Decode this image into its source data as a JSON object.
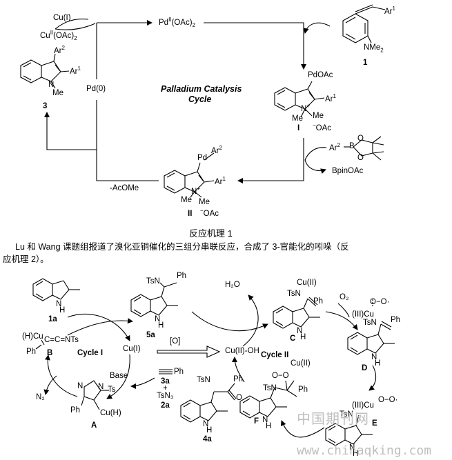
{
  "scheme1": {
    "title_line1": "Palladium Catalysis",
    "title_line2": "Cycle",
    "cu1": "Cu(I)",
    "cu2": "Cu",
    "cu2_sup": "II",
    "cu2_rest": "(OAc)",
    "cu2_sub": "2",
    "pd2_main": "Pd",
    "pd2_sup": "II",
    "pd2_rest": "(OAc)",
    "pd2_sub": "2",
    "pd0": "Pd(0)",
    "acome": "-AcOMe",
    "bpin": "BpinOAc",
    "cmpd1_label": "1",
    "cmpd3_label": "3",
    "int_I_label": "I",
    "int_II_label": "II",
    "ar1": "Ar",
    "ar1_sup": "1",
    "ar2": "Ar",
    "ar2_sup": "2",
    "nme2": "NMe",
    "nme2_sub": "2",
    "pdoac": "PdOAc",
    "me": "Me",
    "oac": "OAc",
    "pd": "Pd",
    "n": "N",
    "b": "B",
    "o": "O"
  },
  "caption1": "反应机理 1",
  "paragraph_line1": "Lu 和 Wang 课题组报道了溴化亚铜催化的三组分串联反应，合成了 3-官能化的吲哚（反",
  "paragraph_line2": "应机理 2）。",
  "scheme2": {
    "cycle1": "Cycle I",
    "cycle2": "Cycle II",
    "cu1": "Cu(I)",
    "cu2oh": "Cu(II)-OH",
    "ox": "[O]",
    "base": "Base",
    "h2o": "H₂O",
    "o2": "O₂",
    "n2": "N₂",
    "tsn3": "TsN₃",
    "plus": "+",
    "ph": "Ph",
    "tsn": "TsN",
    "ts": "Ts",
    "nh": "N",
    "h": "H",
    "cuII": "Cu(II)",
    "iiicu": "(III)Cu",
    "hcu": "(H)Cu",
    "cuh": "Cu(H)",
    "ketenimine": "C=C=NTs",
    "lbl_1a": "1a",
    "lbl_5a": "5a",
    "lbl_3a": "3a",
    "lbl_2a": "2a",
    "lbl_4a": "4a",
    "lbl_A": "A",
    "lbl_B": "B",
    "lbl_C": "C",
    "lbl_D": "D",
    "lbl_E": "E",
    "lbl_F": "F"
  },
  "watermark_cn": "中国期刊网",
  "watermark_url": "www.chinaqking.com"
}
